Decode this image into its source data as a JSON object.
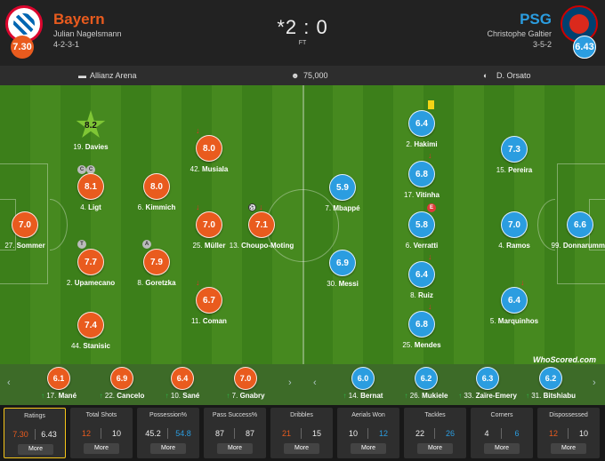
{
  "header": {
    "home": {
      "name": "Bayern",
      "manager": "Julian Nagelsmann",
      "formation": "4-2-3-1",
      "rating": "7.30"
    },
    "away": {
      "name": "PSG",
      "manager": "Christophe Galtier",
      "formation": "3-5-2",
      "rating": "6.43"
    },
    "score": "*2 : 0",
    "status": "FT"
  },
  "info": {
    "venue": "Allianz Arena",
    "attendance": "75,000",
    "referee": "D. Orsato"
  },
  "colors": {
    "home": "#e95b1e",
    "away": "#2b9de0",
    "pitch": "#46891f"
  },
  "players": {
    "davies": {
      "rating": "8.2",
      "num": "19.",
      "name": "Davies",
      "motm": true
    },
    "ligt": {
      "rating": "8.1",
      "num": "4.",
      "name": "Ligt"
    },
    "kimmich": {
      "rating": "8.0",
      "num": "6.",
      "name": "Kimmich"
    },
    "musiala": {
      "rating": "8.0",
      "num": "42.",
      "name": "Musiala"
    },
    "sommer": {
      "rating": "7.0",
      "num": "27.",
      "name": "Sommer"
    },
    "muller": {
      "rating": "7.0",
      "num": "25.",
      "name": "Müller"
    },
    "choupo": {
      "rating": "7.1",
      "num": "13.",
      "name": "Choupo-Moting"
    },
    "upamecano": {
      "rating": "7.7",
      "num": "2.",
      "name": "Upamecano"
    },
    "goretzka": {
      "rating": "7.9",
      "num": "8.",
      "name": "Goretzka"
    },
    "coman": {
      "rating": "6.7",
      "num": "11.",
      "name": "Coman"
    },
    "stanisic": {
      "rating": "7.4",
      "num": "44.",
      "name": "Stanisic"
    },
    "hakimi": {
      "rating": "6.4",
      "num": "2.",
      "name": "Hakimi"
    },
    "vitinha": {
      "rating": "6.8",
      "num": "17.",
      "name": "Vitinha"
    },
    "pereira": {
      "rating": "7.3",
      "num": "15.",
      "name": "Pereira"
    },
    "mbappe": {
      "rating": "5.9",
      "num": "7.",
      "name": "Mbappé"
    },
    "verratti": {
      "rating": "5.8",
      "num": "6.",
      "name": "Verratti"
    },
    "ramos": {
      "rating": "7.0",
      "num": "4.",
      "name": "Ramos"
    },
    "donnarumma": {
      "rating": "6.6",
      "num": "99.",
      "name": "Donnarumma"
    },
    "messi": {
      "rating": "6.9",
      "num": "30.",
      "name": "Messi"
    },
    "ruiz": {
      "rating": "6.4",
      "num": "8.",
      "name": "Ruiz"
    },
    "marquinhos": {
      "rating": "6.4",
      "num": "5.",
      "name": "Marquinhos"
    },
    "mendes": {
      "rating": "6.8",
      "num": "25.",
      "name": "Mendes"
    }
  },
  "badges": {
    "captain": "C",
    "t": "T",
    "a": "A",
    "red": "E"
  },
  "watermark": "WhoScored.com",
  "bench": {
    "mane": {
      "rating": "6.1",
      "num": "17.",
      "name": "Mané"
    },
    "cancelo": {
      "rating": "6.9",
      "num": "22.",
      "name": "Cancelo"
    },
    "sane": {
      "rating": "6.4",
      "num": "10.",
      "name": "Sané"
    },
    "gnabry": {
      "rating": "7.0",
      "num": "7.",
      "name": "Gnabry"
    },
    "bernat": {
      "rating": "6.0",
      "num": "14.",
      "name": "Bernat"
    },
    "mukiele": {
      "rating": "6.2",
      "num": "26.",
      "name": "Mukiele"
    },
    "zaire": {
      "rating": "6.3",
      "num": "33.",
      "name": "Zaïre-Emery"
    },
    "bitshiabu": {
      "rating": "6.2",
      "num": "31.",
      "name": "Bitshiabu"
    }
  },
  "stats": [
    {
      "title": "Ratings",
      "home": "7.30",
      "away": "6.43",
      "more": "More"
    },
    {
      "title": "Total Shots",
      "home": "12",
      "away": "10",
      "more": "More"
    },
    {
      "title": "Possession%",
      "home": "45.2",
      "away": "54.8",
      "more": "More"
    },
    {
      "title": "Pass Success%",
      "home": "87",
      "away": "87",
      "more": "More"
    },
    {
      "title": "Dribbles",
      "home": "21",
      "away": "15",
      "more": "More"
    },
    {
      "title": "Aerials Won",
      "home": "10",
      "away": "12",
      "more": "More"
    },
    {
      "title": "Tackles",
      "home": "22",
      "away": "26",
      "more": "More"
    },
    {
      "title": "Corners",
      "home": "4",
      "away": "6",
      "more": "More"
    },
    {
      "title": "Dispossessed",
      "home": "12",
      "away": "10",
      "more": "More"
    }
  ]
}
